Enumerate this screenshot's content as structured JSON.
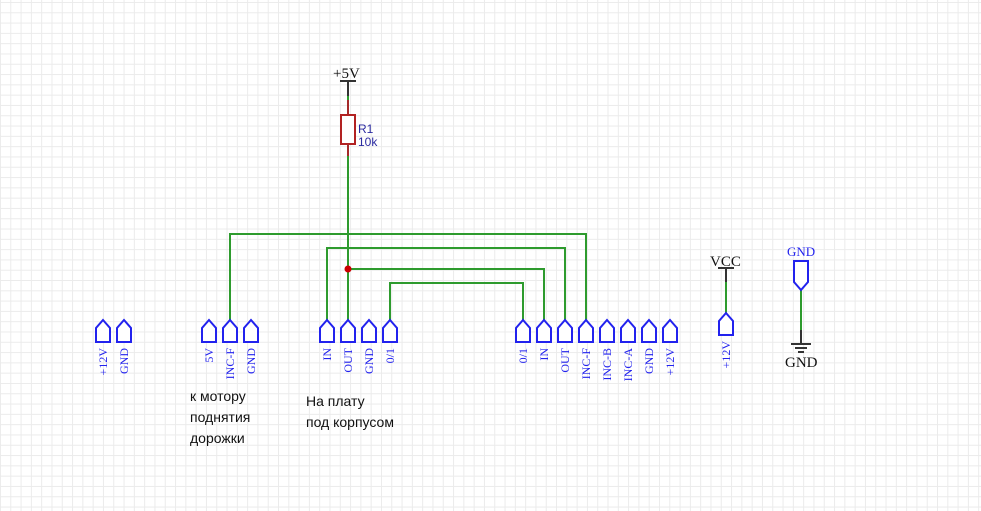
{
  "schematic": {
    "colors": {
      "wire": "#2e9b2e",
      "pin": "#2222ee",
      "resistor": "#b22222",
      "junction": "#cc0000",
      "text": "#111111"
    },
    "power_symbols": {
      "plus5v": "+5V",
      "vcc": "VCC",
      "gnd_port": "GND",
      "gnd_symbol": "GND"
    },
    "resistor": {
      "ref": "R1",
      "value": "10k"
    },
    "connectors": [
      {
        "id": "power-connector",
        "pins": [
          "+12V",
          "GND"
        ]
      },
      {
        "id": "motor-connector",
        "pins": [
          "5V",
          "INC-F",
          "GND"
        ]
      },
      {
        "id": "board-connector",
        "pins": [
          "IN",
          "OUT",
          "GND",
          "0/1"
        ]
      },
      {
        "id": "main-connector",
        "pins": [
          "0/1",
          "IN",
          "OUT",
          "INC-F",
          "INC-B",
          "INC-A",
          "GND",
          "+12V"
        ]
      },
      {
        "id": "vcc-connector",
        "pins": [
          "+12V"
        ]
      }
    ],
    "notes": {
      "motor": "к мотору\nподнятия\nдорожки",
      "board": "На плату\nпод корпусом"
    },
    "nets": [
      {
        "name": "INC-F",
        "from": "motor-connector.INC-F",
        "to": "main-connector.INC-F"
      },
      {
        "name": "IN",
        "from": "board-connector.IN",
        "to": "main-connector.OUT"
      },
      {
        "name": "OUT",
        "from": "board-connector.OUT",
        "to": "main-connector.IN",
        "pullup": "R1 to +5V"
      },
      {
        "name": "0/1",
        "from": "board-connector.0/1",
        "to": "main-connector.0/1"
      }
    ]
  }
}
